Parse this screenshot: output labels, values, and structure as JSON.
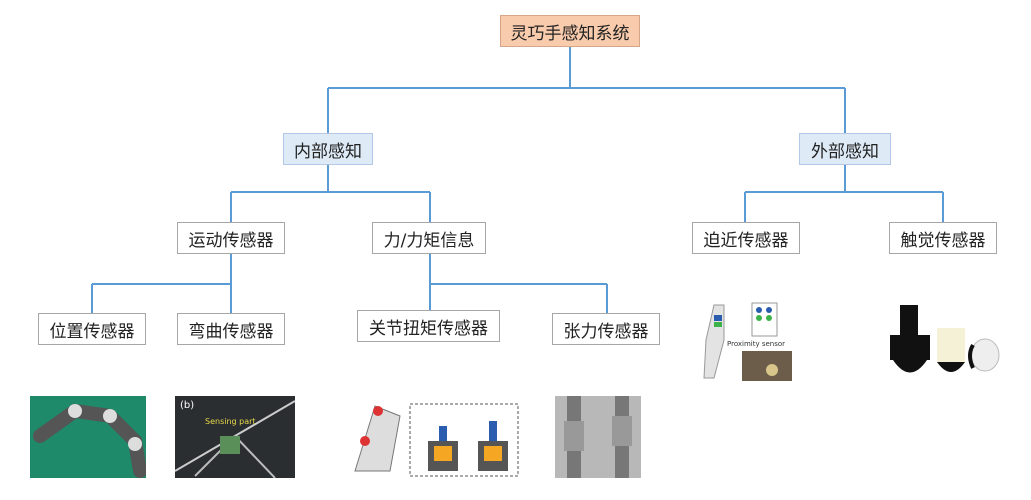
{
  "root": {
    "label": "灵巧手感知系统"
  },
  "internal": {
    "label": "内部感知",
    "children": [
      {
        "label": "运动传感器",
        "children": [
          {
            "label": "位置传感器"
          },
          {
            "label": "弯曲传感器"
          }
        ]
      },
      {
        "label": "力/力矩信息",
        "children": [
          {
            "label": "关节扭矩传感器"
          },
          {
            "label": "张力传感器"
          }
        ]
      }
    ]
  },
  "external": {
    "label": "外部感知",
    "children": [
      {
        "label": "迫近传感器"
      },
      {
        "label": "触觉传感器"
      }
    ]
  },
  "image_labels": {
    "proximity": "Proximity sensor",
    "bending_a": "(b)",
    "bending_b": "Sensing part"
  },
  "colors": {
    "root_fill": "#f8cbad",
    "level1_fill": "#deebf7",
    "connector": "#5b9bd5"
  }
}
